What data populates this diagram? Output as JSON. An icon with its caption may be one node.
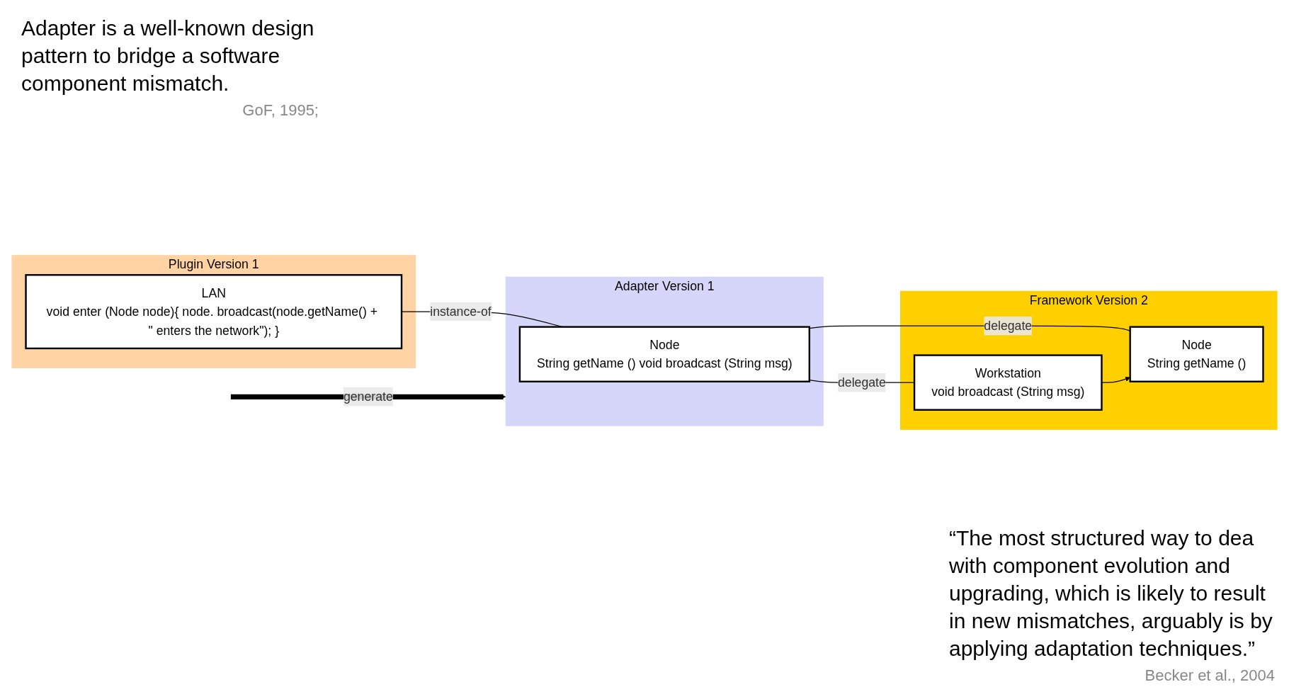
{
  "diagram": {
    "nodes": [
      {
        "text": [
          "Framework Version 2"
        ]
      },
      {
        "text": [
          "Node",
          "String getName ()"
        ],
        "in": 0
      },
      {
        "text": [
          "Workstation",
          "void broadcast (String msg)"
        ],
        "in": 0
      },
      {
        "text": [
          "Adapter Version 1"
        ]
      },
      {
        "text": [
          "Node",
          "String getName () void broadcast (String msg)"
        ],
        "in": 3
      },
      {
        "text": [
          "Plugin Version 1"
        ]
      },
      {
        "text": [
          "LAN",
          "void enter (Node node){ node. broadcast(node.getName() + \" enters the network\"); }"
        ],
        "in": 5
      }
    ],
    "edges": [
      {
        "from": null,
        "to": 3,
        "arrow": "to",
        "label": "generate",
        "style": "thick"
      },
      {
        "from": 4,
        "to": 1,
        "arrow": "none",
        "label": "delegate"
      },
      {
        "from": 4,
        "to": 2,
        "arrow": "none",
        "label": "delegate"
      },
      {
        "from": 2,
        "to": 1,
        "arrow": "to"
      },
      {
        "from": 6,
        "to": 4,
        "arrow": "none",
        "label": "instance-of"
      }
    ],
    "labels": [
      "Adapter is a well-known design pattern to bridge a software component mismatch.",
      "GoF, 1995;",
      "“The most structured way to dea with component evolution and upgrading, which is likely to result in new mismatches, arguably is by applying adaptation techniques.”",
      "Becker et al., 2004"
    ]
  }
}
